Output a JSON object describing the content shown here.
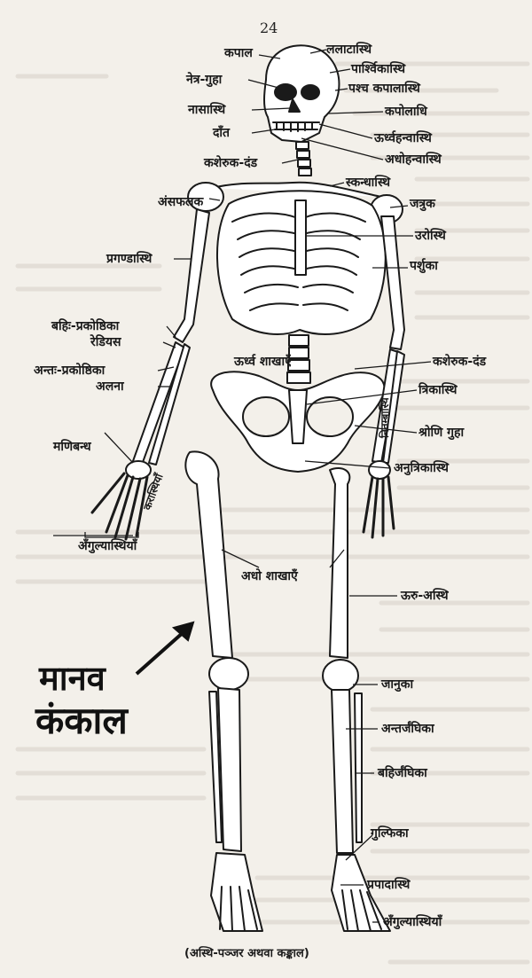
{
  "page_number": "24",
  "title_line1": "मानव",
  "title_line2": "कंकाल",
  "caption": "(अस्थि-पञ्जर अथवा कङ्काल)",
  "labels": {
    "kapal": "कपाल",
    "lalatasthi": "ललाटास्थि",
    "netraguha": "नेत्र-गुहा",
    "parshvakasthi": "पार्श्विकास्थि",
    "pashchkapalasthi": "पश्च कपालास्थि",
    "nasasthi": "नासास्थि",
    "kapoladhi": "कपोलाधि",
    "dant": "दाँत",
    "urdhvahanvasthi": "ऊर्ध्वहन्वास्थि",
    "kasheruka_dand_top": "कशेरुक-दंड",
    "adhohanvasthi": "अधोहन्वास्थि",
    "skandhasthi": "स्कन्धास्थि",
    "ansaphalak": "अंसफलक",
    "jatruk": "जत्रुक",
    "urosthi": "उरोस्थि",
    "pragandasthi": "प्रगण्डास्थि",
    "parshuka": "पर्शुका",
    "bahiprakoshthika": "बहिः-प्रकोष्ठिका",
    "radius": "रेडियस",
    "urdhva_shakhayen": "ऊर्ध्व शाखाएँ",
    "kasheruka_dand_right": "कशेरुक-दंड",
    "antahprakoshthika": "अन्तः-प्रकोष्ठिका",
    "alna": "अलना",
    "trikasthi": "त्रिकास्थि",
    "shronighuha": "श्रोणि गुहा",
    "nitambasthi": "नितम्बास्थि",
    "manibandh": "मणिबन्ध",
    "karasthiyan": "करास्थियाँ",
    "anutrikasthi": "अनुत्रिकास्थि",
    "angulyasthiyan_hand": "अँगुल्यास्थियाँ",
    "adho_shakhayen": "अधो शाखाएँ",
    "uru_asthi": "ऊरु-अस्थि",
    "januka": "जानुका",
    "antarjanghika": "अन्तर्जंघिका",
    "bahirjanghika": "बहिर्जंघिका",
    "gulfika": "गुल्फिका",
    "prapadasthi": "प्रपादास्थि",
    "angulyasthiyan_foot": "अँगुल्यास्थियाँ"
  },
  "colors": {
    "ink": "#1a1a1a",
    "paper": "#f3f0ea",
    "bone": "#ffffff",
    "faint_text": "#cfcac2"
  }
}
